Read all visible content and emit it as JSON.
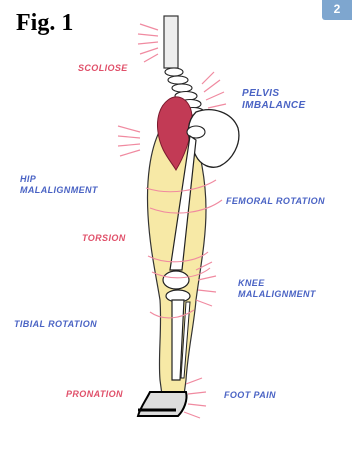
{
  "figure": {
    "title": "Fig. 1",
    "badge": "2"
  },
  "labels": {
    "scoliose": "SCOLIOSE",
    "pelvis_imbalance": [
      "PELVIS",
      "IMBALANCE"
    ],
    "hip_malalignment": [
      "HIP",
      "MALALIGNMENT"
    ],
    "femoral_rotation": "FEMORAL ROTATION",
    "torsion": "TORSION",
    "knee_malalignment": [
      "KNEE",
      "MALALIGNMENT"
    ],
    "tibial_rotation": "TIBIAL ROTATION",
    "pronation": "PRONATION",
    "foot_pain": "FOOT PAIN"
  },
  "colors": {
    "label_blue": "#4a63c4",
    "label_red": "#e0506a",
    "pain_lines": "#f08aa0",
    "leg_fill": "#f7e9a6",
    "muscle": "#c23a55",
    "bone": "#ffffff",
    "outline": "#222222"
  }
}
